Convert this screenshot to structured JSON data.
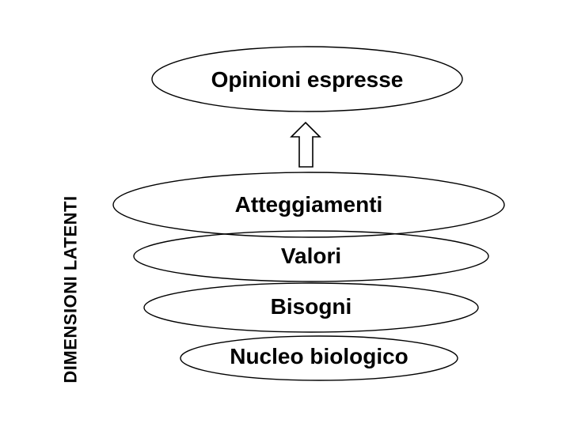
{
  "diagram": {
    "title": "Latent dimensions diagram",
    "background_color": "#ffffff",
    "stroke_color": "#000000",
    "text_color": "#000000",
    "side_label": "DIMENSIONI LATENTI",
    "top_ellipse": {
      "label": "Opinioni espresse"
    },
    "arrow": {
      "direction": "up",
      "style": "hollow-outline"
    },
    "stack_ellipses": [
      {
        "label": "Atteggiamenti"
      },
      {
        "label": "Valori"
      },
      {
        "label": "Bisogni"
      },
      {
        "label": "Nucleo biologico"
      }
    ]
  }
}
